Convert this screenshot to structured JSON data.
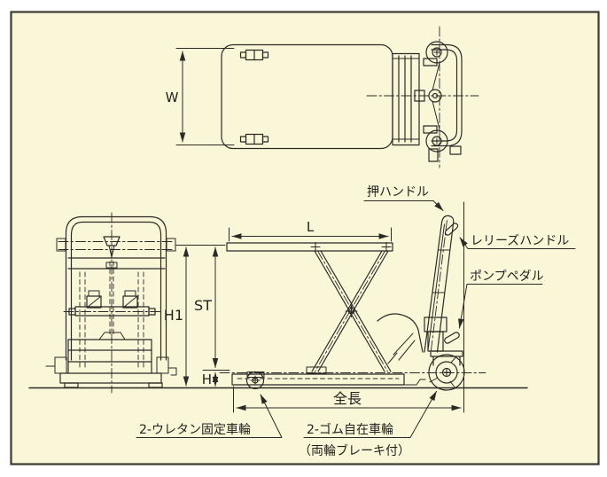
{
  "drawing": {
    "colors": {
      "canvas": "#FFFFFF",
      "paper_background": "#FAF6D8",
      "frame_border": "#3A3A32",
      "line": "#2B2B26",
      "text": "#22221D"
    },
    "dimensions": {
      "width_label": "W",
      "length_label": "L",
      "height_overall_label": "H1",
      "stroke_label": "ST",
      "lowered_height_label": "H",
      "overall_length_label": "全長"
    },
    "callouts": {
      "push_handle": "押ハンドル",
      "release_handle": "レリーズハンドル",
      "pump_pedal": "ポンプペダル",
      "front_wheels": "2-ウレタン固定車輪",
      "rear_wheels": "2-ゴム自在車輪",
      "rear_wheels_note": "（両輪ブレーキ付）"
    }
  }
}
